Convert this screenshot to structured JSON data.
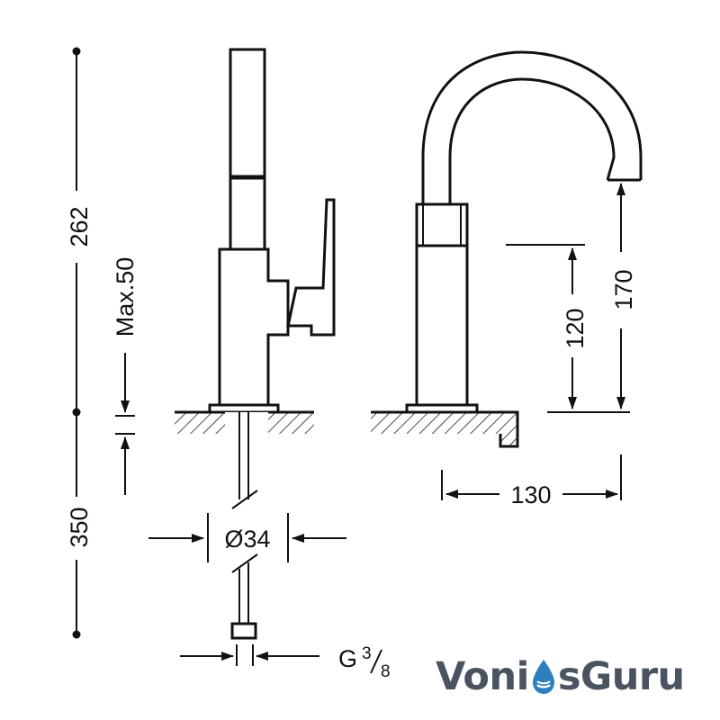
{
  "dimensions": {
    "total_height_upper": "262",
    "total_height_lower": "350",
    "max_deck": "Max.50",
    "diameter": "Ø34",
    "thread_main": "G",
    "thread_num": "3",
    "thread_den": "8",
    "spout_reach": "130",
    "spout_height_inner": "120",
    "spout_height_outer": "170"
  },
  "brand": {
    "part1": "Voni",
    "part2": "sGuru",
    "color_text": "#4a5360",
    "color_drop": "#2e7fc0"
  }
}
